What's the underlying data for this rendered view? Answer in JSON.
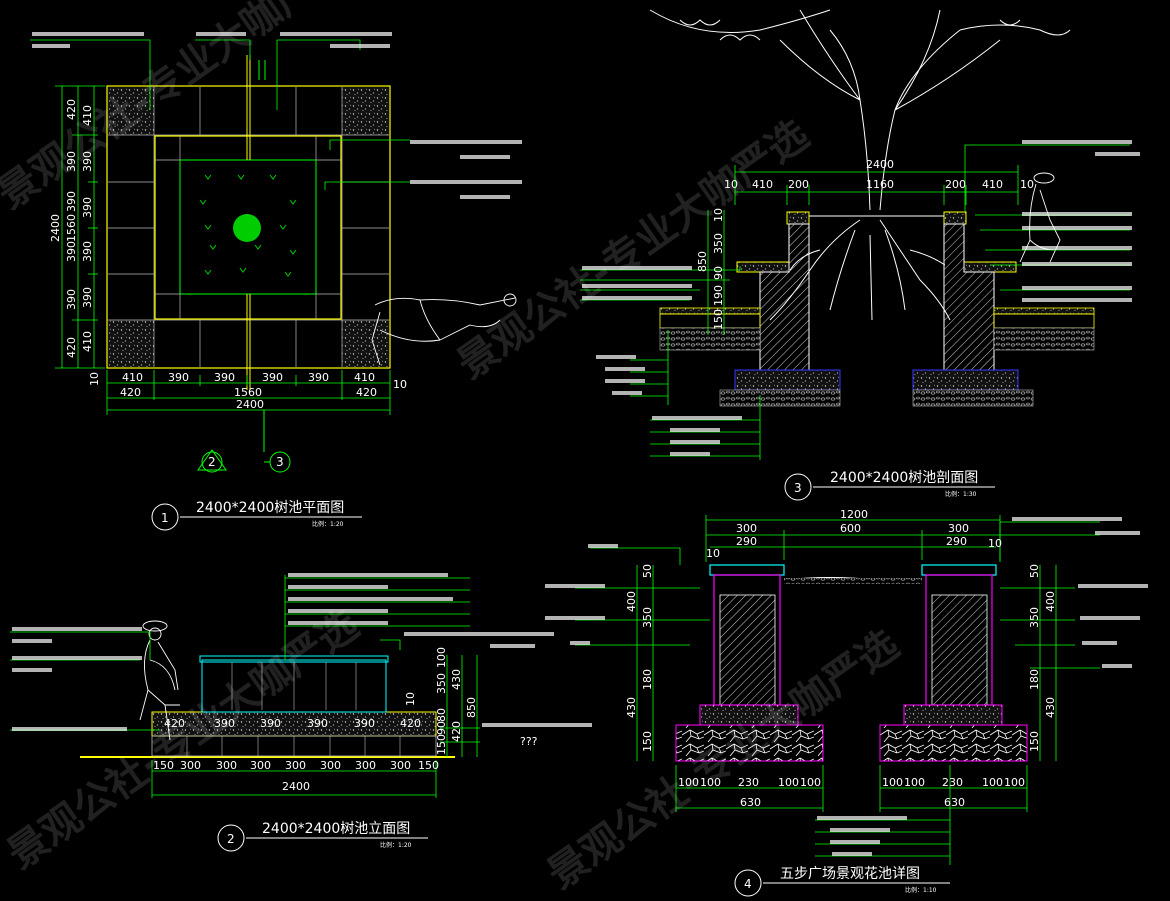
{
  "colors": {
    "background": "#000000",
    "dimension": "#00ff00",
    "outline_yellow": "#ffff00",
    "outline_magenta": "#ff00ff",
    "outline_cyan": "#00ffff",
    "outline_blue": "#3333ff",
    "text": "#ffffff",
    "tree_mark": "#00cc00"
  },
  "watermark": "景观公社-专业大咖严选",
  "views": {
    "plan": {
      "number": "1",
      "title": "2400*2400树池平面图",
      "scale": "比例：1:20",
      "dims_bottom_1": [
        "410",
        "390",
        "390",
        "390",
        "390",
        "410"
      ],
      "dims_bottom_2": [
        "420",
        "1560",
        "420"
      ],
      "dims_bottom_total": "2400",
      "dims_left": [
        "420",
        "390",
        "390",
        "390",
        "390",
        "420"
      ],
      "dims_left_inner": [
        "410",
        "390",
        "390",
        "390",
        "390",
        "410"
      ],
      "dims_left_total": "2400",
      "dims_left_mid": "1560",
      "dims_misc": [
        "10",
        "10"
      ],
      "section_mark_2": "2",
      "section_mark_3": "3"
    },
    "elevation": {
      "number": "2",
      "title": "2400*2400树池立面图",
      "scale": "比例：1:20",
      "dims_top": [
        "420",
        "390",
        "390",
        "390",
        "390",
        "420"
      ],
      "dims_bottom": [
        "150",
        "300",
        "300",
        "300",
        "300",
        "300",
        "300",
        "300",
        "150"
      ],
      "dims_total": "2400",
      "dims_right": [
        "10",
        "350",
        "80",
        "90",
        "150",
        "100",
        "430",
        "420",
        "850"
      ],
      "level_note": "???"
    },
    "section": {
      "number": "3",
      "title": "2400*2400树池剖面图",
      "scale": "比例：1:30",
      "dims_top_total": "2400",
      "dims_top": [
        "10",
        "410",
        "200",
        "1160",
        "200",
        "410",
        "10"
      ],
      "dims_left": [
        "10",
        "350",
        "850",
        "90",
        "190",
        "150"
      ]
    },
    "detail": {
      "number": "4",
      "title": "五步广场景观花池详图",
      "scale": "比例：1:10",
      "dims_top_total": "1200",
      "dims_top": [
        "300",
        "600",
        "300"
      ],
      "dims_top_2": [
        "290",
        "290"
      ],
      "dims_top_small": [
        "10",
        "10"
      ],
      "dims_bottom_left": [
        "100",
        "100",
        "230",
        "100",
        "100"
      ],
      "dims_bottom_right": [
        "100",
        "100",
        "230",
        "100",
        "100"
      ],
      "dims_bottom_total_left": "630",
      "dims_bottom_total_right": "630",
      "dims_left": [
        "50",
        "400",
        "350",
        "180",
        "430",
        "150"
      ],
      "dims_right": [
        "50",
        "400",
        "350",
        "180",
        "430",
        "150"
      ]
    }
  }
}
